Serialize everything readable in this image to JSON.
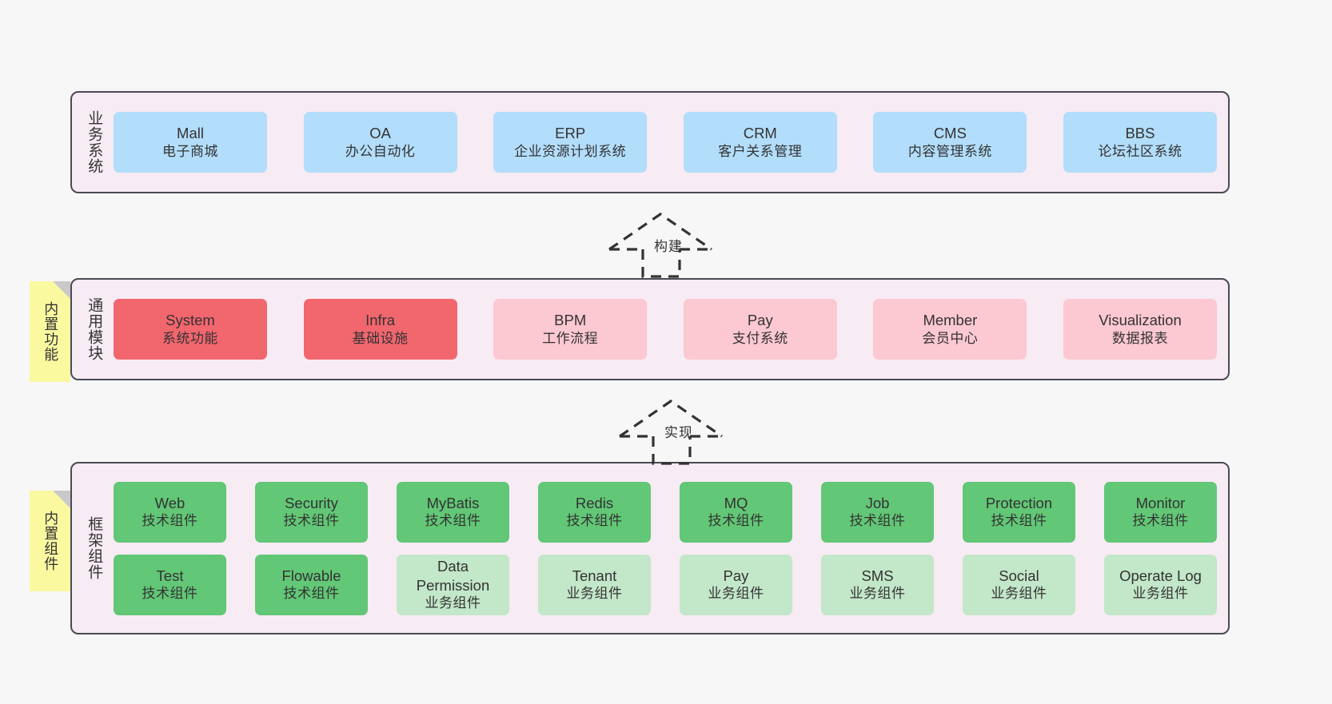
{
  "diagram": {
    "background_color": "#f7f7f7",
    "panel_color": "#f7ebf4",
    "panel_border_color": "#4a4a55",
    "note_color": "#fbf9a0"
  },
  "notes": [
    {
      "id": "builtin-features",
      "label": "内置功能"
    },
    {
      "id": "builtin-components",
      "label": "内置组件"
    }
  ],
  "connectors": [
    {
      "id": "build",
      "label": "构建",
      "style": "dashed-hollow-arrow-up"
    },
    {
      "id": "implement",
      "label": "实现",
      "style": "dashed-hollow-arrow-up"
    }
  ],
  "layers": [
    {
      "id": "business-systems",
      "title": "业务系统",
      "accent": "#b2ddfb",
      "rows": [
        {
          "boxes": [
            {
              "en": "Mall",
              "cn": "电子商城",
              "color": "#b2ddfb",
              "style": "blue"
            },
            {
              "en": "OA",
              "cn": "办公自动化",
              "color": "#b2ddfb",
              "style": "blue"
            },
            {
              "en": "ERP",
              "cn": "企业资源计划系统",
              "color": "#b2ddfb",
              "style": "blue"
            },
            {
              "en": "CRM",
              "cn": "客户关系管理",
              "color": "#b2ddfb",
              "style": "blue"
            },
            {
              "en": "CMS",
              "cn": "内容管理系统",
              "color": "#b2ddfb",
              "style": "blue"
            },
            {
              "en": "BBS",
              "cn": "论坛社区系统",
              "color": "#b2ddfb",
              "style": "blue"
            }
          ]
        }
      ]
    },
    {
      "id": "common-modules",
      "title": "通用模块",
      "accent": "#f2666e",
      "rows": [
        {
          "boxes": [
            {
              "en": "System",
              "cn": "系统功能",
              "color": "#f2666e",
              "style": "red"
            },
            {
              "en": "Infra",
              "cn": "基础设施",
              "color": "#f2666e",
              "style": "red"
            },
            {
              "en": "BPM",
              "cn": "工作流程",
              "color": "#fcc8d1",
              "style": "pink"
            },
            {
              "en": "Pay",
              "cn": "支付系统",
              "color": "#fcc8d1",
              "style": "pink"
            },
            {
              "en": "Member",
              "cn": "会员中心",
              "color": "#fcc8d1",
              "style": "pink"
            },
            {
              "en": "Visualization",
              "cn": "数据报表",
              "color": "#fcc8d1",
              "style": "pink"
            }
          ]
        }
      ]
    },
    {
      "id": "framework-components",
      "title": "框架组件",
      "accent": "#62c776",
      "rows": [
        {
          "boxes": [
            {
              "en": "Web",
              "cn": "技术组件",
              "color": "#62c776",
              "style": "green"
            },
            {
              "en": "Security",
              "cn": "技术组件",
              "color": "#62c776",
              "style": "green"
            },
            {
              "en": "MyBatis",
              "cn": "技术组件",
              "color": "#62c776",
              "style": "green"
            },
            {
              "en": "Redis",
              "cn": "技术组件",
              "color": "#62c776",
              "style": "green"
            },
            {
              "en": "MQ",
              "cn": "技术组件",
              "color": "#62c776",
              "style": "green"
            },
            {
              "en": "Job",
              "cn": "技术组件",
              "color": "#62c776",
              "style": "green"
            },
            {
              "en": "Protection",
              "cn": "技术组件",
              "color": "#62c776",
              "style": "green"
            },
            {
              "en": "Monitor",
              "cn": "技术组件",
              "color": "#62c776",
              "style": "green"
            }
          ]
        },
        {
          "boxes": [
            {
              "en": "Test",
              "cn": "技术组件",
              "color": "#62c776",
              "style": "green"
            },
            {
              "en": "Flowable",
              "cn": "技术组件",
              "color": "#62c776",
              "style": "green"
            },
            {
              "en": "Data Permission",
              "cn": "业务组件",
              "color": "#c3e7c9",
              "style": "lgreen"
            },
            {
              "en": "Tenant",
              "cn": "业务组件",
              "color": "#c3e7c9",
              "style": "lgreen"
            },
            {
              "en": "Pay",
              "cn": "业务组件",
              "color": "#c3e7c9",
              "style": "lgreen"
            },
            {
              "en": "SMS",
              "cn": "业务组件",
              "color": "#c3e7c9",
              "style": "lgreen"
            },
            {
              "en": "Social",
              "cn": "业务组件",
              "color": "#c3e7c9",
              "style": "lgreen"
            },
            {
              "en": "Operate Log",
              "cn": "业务组件",
              "color": "#c3e7c9",
              "style": "lgreen"
            }
          ]
        }
      ]
    }
  ]
}
